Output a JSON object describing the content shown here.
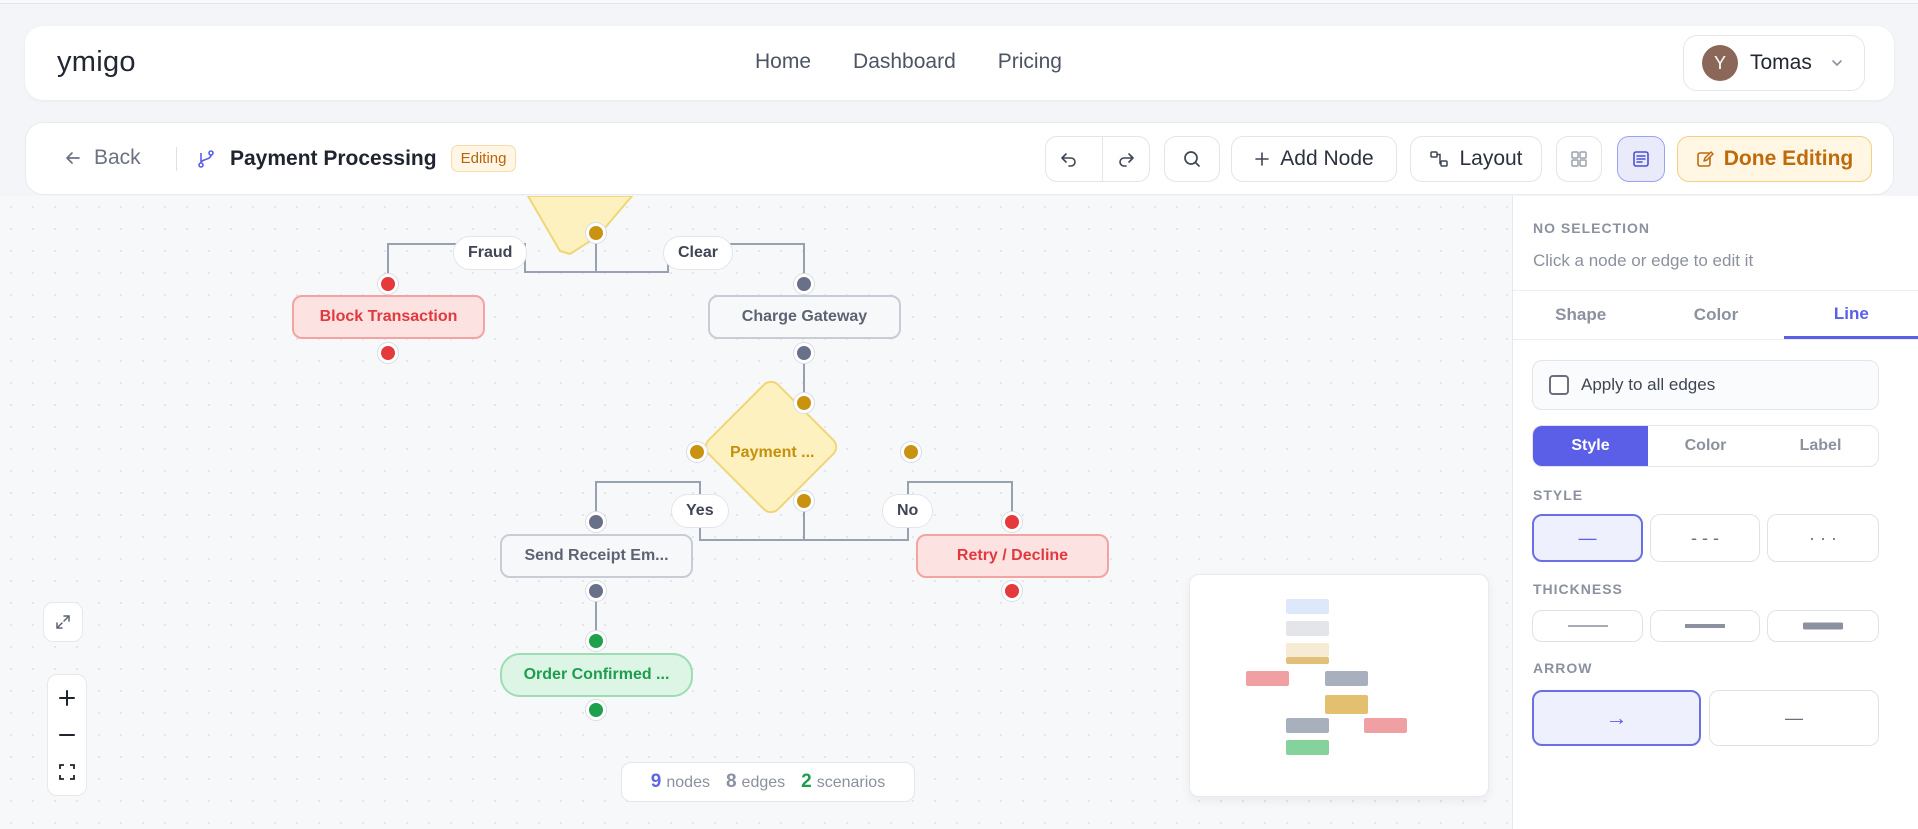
{
  "app": {
    "brand": "ymigo"
  },
  "nav": {
    "links": [
      "Home",
      "Dashboard",
      "Pricing"
    ]
  },
  "user": {
    "initial": "Y",
    "name": "Tomas"
  },
  "toolbar": {
    "back_label": "Back",
    "flow_name": "Payment Processing",
    "status_badge": "Editing",
    "add_node_label": "Add Node",
    "layout_label": "Layout",
    "done_label": "Done Editing"
  },
  "canvas": {
    "nodes": {
      "block": "Block Transaction",
      "charge": "Charge Gateway",
      "payment": "Payment ...",
      "receipt": "Send Receipt Em...",
      "retry": "Retry / Decline",
      "confirmed": "Order Confirmed ..."
    },
    "edge_labels": {
      "fraud": "Fraud",
      "clear": "Clear",
      "yes": "Yes",
      "no": "No"
    },
    "stats": {
      "nodes_count": "9",
      "nodes_label": "nodes",
      "edges_count": "8",
      "edges_label": "edges",
      "scenarios_count": "2",
      "scenarios_label": "scenarios"
    }
  },
  "panel": {
    "selection_title": "NO SELECTION",
    "selection_hint": "Click a node or edge to edit it",
    "tabs": [
      "Shape",
      "Color",
      "Line"
    ],
    "active_tab": "Line",
    "apply_all_label": "Apply to all edges",
    "subtabs": [
      "Style",
      "Color",
      "Label"
    ],
    "active_subtab": "Style",
    "style_heading": "STYLE",
    "style_options": [
      "—",
      "- - -",
      "· · ·"
    ],
    "thickness_heading": "THICKNESS",
    "arrow_heading": "ARROW",
    "arrow_options": [
      "→",
      "—"
    ]
  },
  "colors": {
    "accent": "#5b5fe8",
    "danger": "#e5393c",
    "success": "#1ea04d",
    "warning": "#c99311",
    "done_button": "#bf6a0b"
  },
  "icons": [
    "arrow-left-icon",
    "branch-icon",
    "undo-icon",
    "redo-icon",
    "search-icon",
    "plus-icon",
    "layout-icon",
    "grid-icon",
    "panel-icon",
    "edit-icon",
    "chevron-down-icon",
    "expand-icon",
    "zoom-in-icon",
    "zoom-out-icon",
    "fit-view-icon"
  ]
}
